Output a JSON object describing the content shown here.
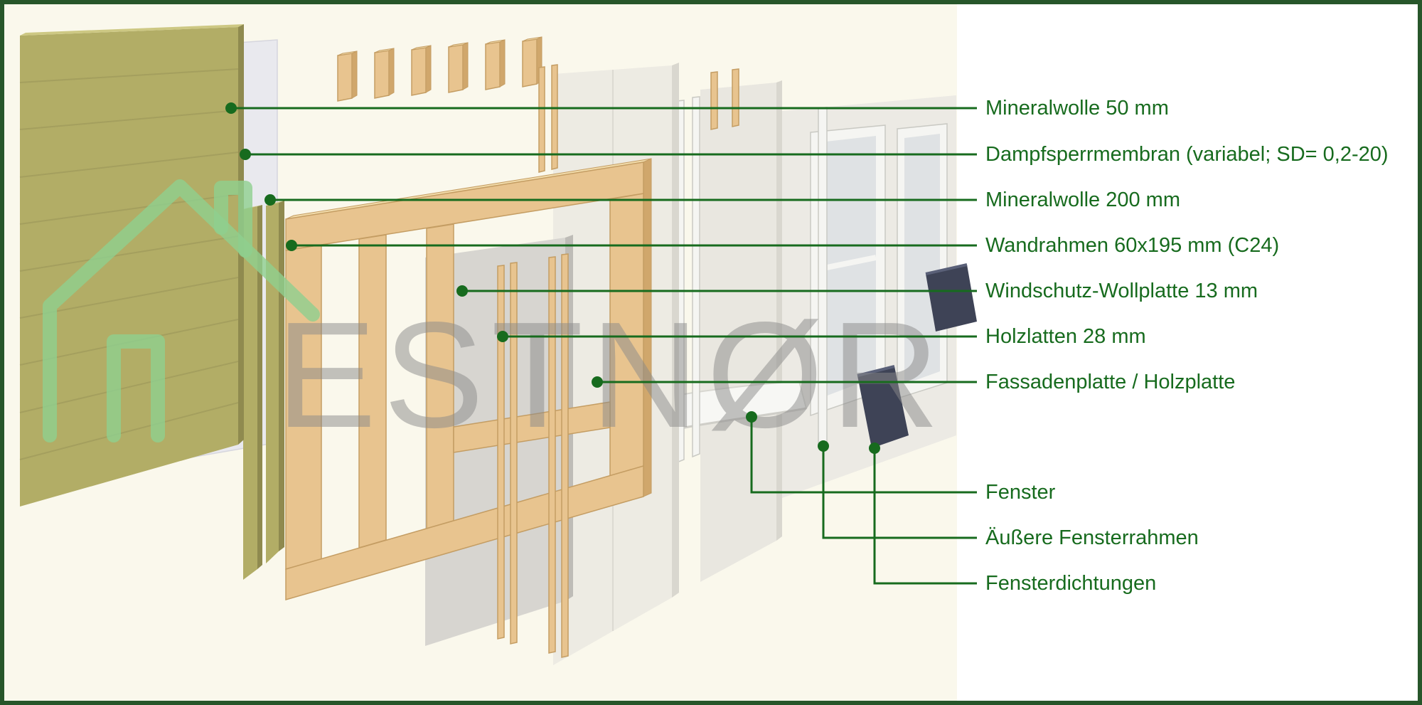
{
  "figure": {
    "type": "exploded-construction-diagram",
    "subject": "Holzrahmenbau Wandaufbau (timber frame wall build-up)"
  },
  "watermark": {
    "text": "ESTNØR"
  },
  "labels": [
    {
      "id": "mineralwolle-50",
      "text": "Mineralwolle 50 mm"
    },
    {
      "id": "dampfsperrmembran",
      "text": "Dampfsperrmembran (variabel; SD= 0,2-20)"
    },
    {
      "id": "mineralwolle-200",
      "text": "Mineralwolle 200 mm"
    },
    {
      "id": "wandrahmen",
      "text": "Wandrahmen 60x195 mm (C24)"
    },
    {
      "id": "windschutz-wollplatte",
      "text": "Windschutz-Wollplatte 13 mm"
    },
    {
      "id": "holzlatten",
      "text": "Holzlatten 28 mm"
    },
    {
      "id": "fassadenplatte",
      "text": "Fassadenplatte / Holzplatte"
    },
    {
      "id": "fenster",
      "text": "Fenster"
    },
    {
      "id": "aeussere-fensterrahmen",
      "text": "Äußere Fensterrahmen"
    },
    {
      "id": "fensterdichtungen",
      "text": "Fensterdichtungen"
    }
  ],
  "colors": {
    "accent": "#176b1e",
    "border": "#27562a",
    "background": "#faf8ec",
    "right_bg": "#ffffff",
    "wool": "#b2ad66",
    "wool_side": "#8f8a4f",
    "wool_top": "#cdc883",
    "wool_line": "#9d985a",
    "membrane": "#e9e9ee",
    "wood": "#e8c48f",
    "wood_side": "#d0a76c",
    "wood_top": "#f2dcab",
    "wood_line": "#c49d63",
    "grey_panel": "#d7d5d0",
    "grey_panel_side": "#bebcb7",
    "facade": "#edebe3",
    "facade_side": "#d9d7cf",
    "sheet": "#e9e7e0",
    "backing": "#eceae4",
    "window_frame": "#f5f5f2",
    "glass": "#dfe2e4",
    "sill": "#f7f7f4",
    "seal": "#3e4356",
    "seal_edge": "#5a6078",
    "watermark_grey": "#8a8a8a",
    "watermark_green": "#8fd08f"
  }
}
